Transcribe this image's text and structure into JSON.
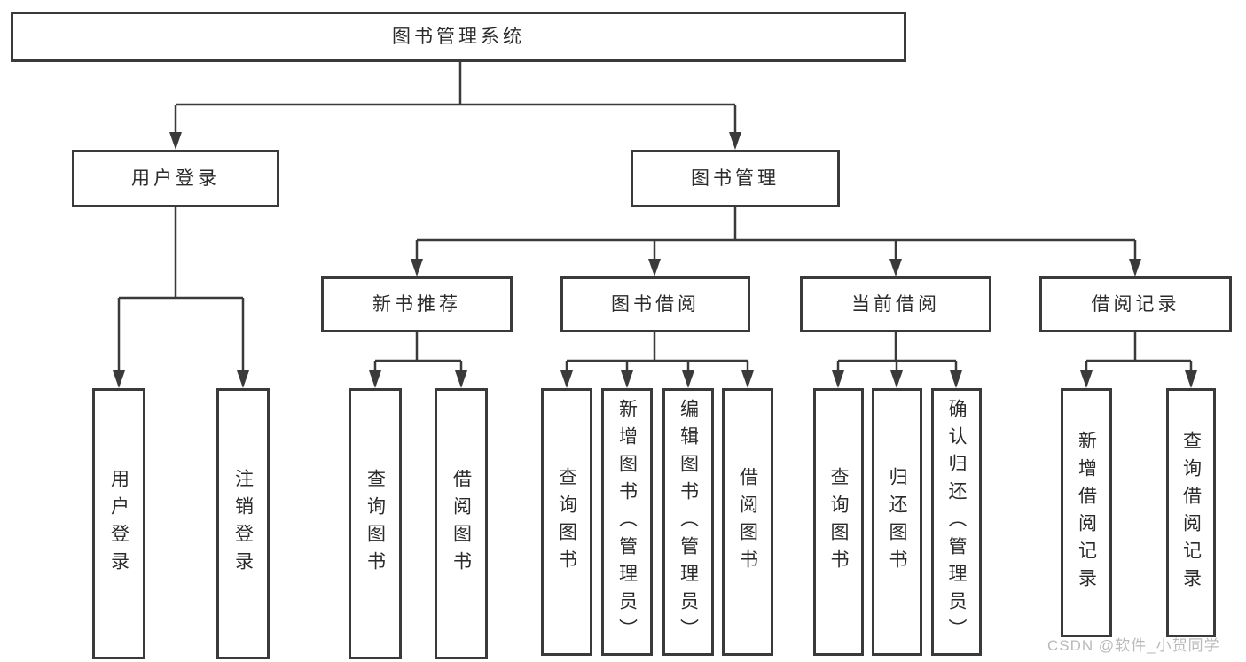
{
  "tree": {
    "label": "图书管理系统",
    "children": [
      {
        "label": "用户登录",
        "children": [
          {
            "label": "用户登录"
          },
          {
            "label": "注销登录"
          }
        ]
      },
      {
        "label": "图书管理",
        "children": [
          {
            "label": "新书推荐",
            "children": [
              {
                "label": "查询图书"
              },
              {
                "label": "借阅图书"
              }
            ]
          },
          {
            "label": "图书借阅",
            "children": [
              {
                "label": "查询图书"
              },
              {
                "label": "新增图书（管理员）"
              },
              {
                "label": "编辑图书（管理员）"
              },
              {
                "label": "借阅图书"
              }
            ]
          },
          {
            "label": "当前借阅",
            "children": [
              {
                "label": "查询图书"
              },
              {
                "label": "归还图书"
              },
              {
                "label": "确认归还（管理员）"
              }
            ]
          },
          {
            "label": "借阅记录",
            "children": [
              {
                "label": "新增借阅记录"
              },
              {
                "label": "查询借阅记录"
              }
            ]
          }
        ]
      }
    ]
  },
  "watermark": "CSDN @软件_小贺同学",
  "colors": {
    "line": "#3a3a3a",
    "text": "#2b2b2b",
    "background": "#ffffff",
    "watermark": "#b9b9b9"
  }
}
